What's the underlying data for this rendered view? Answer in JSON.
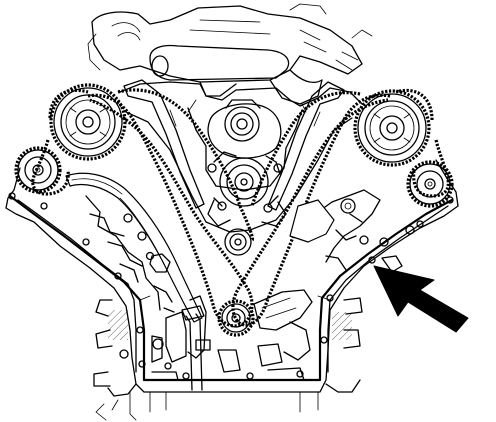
{
  "diagram": {
    "subject": "",
    "colors": {
      "line": "#000000",
      "background": "#ffffff",
      "arrow": "#000000"
    },
    "components": {
      "sprockets": [
        "left-camshaft-sprocket",
        "right-camshaft-sprocket",
        "left-exhaust-sprocket",
        "right-exhaust-sprocket",
        "crankshaft-sprocket",
        "idler-sprocket",
        "water-pump-pulley"
      ],
      "arrow": {
        "points_to": "front-cover-gasket-right"
      }
    }
  }
}
